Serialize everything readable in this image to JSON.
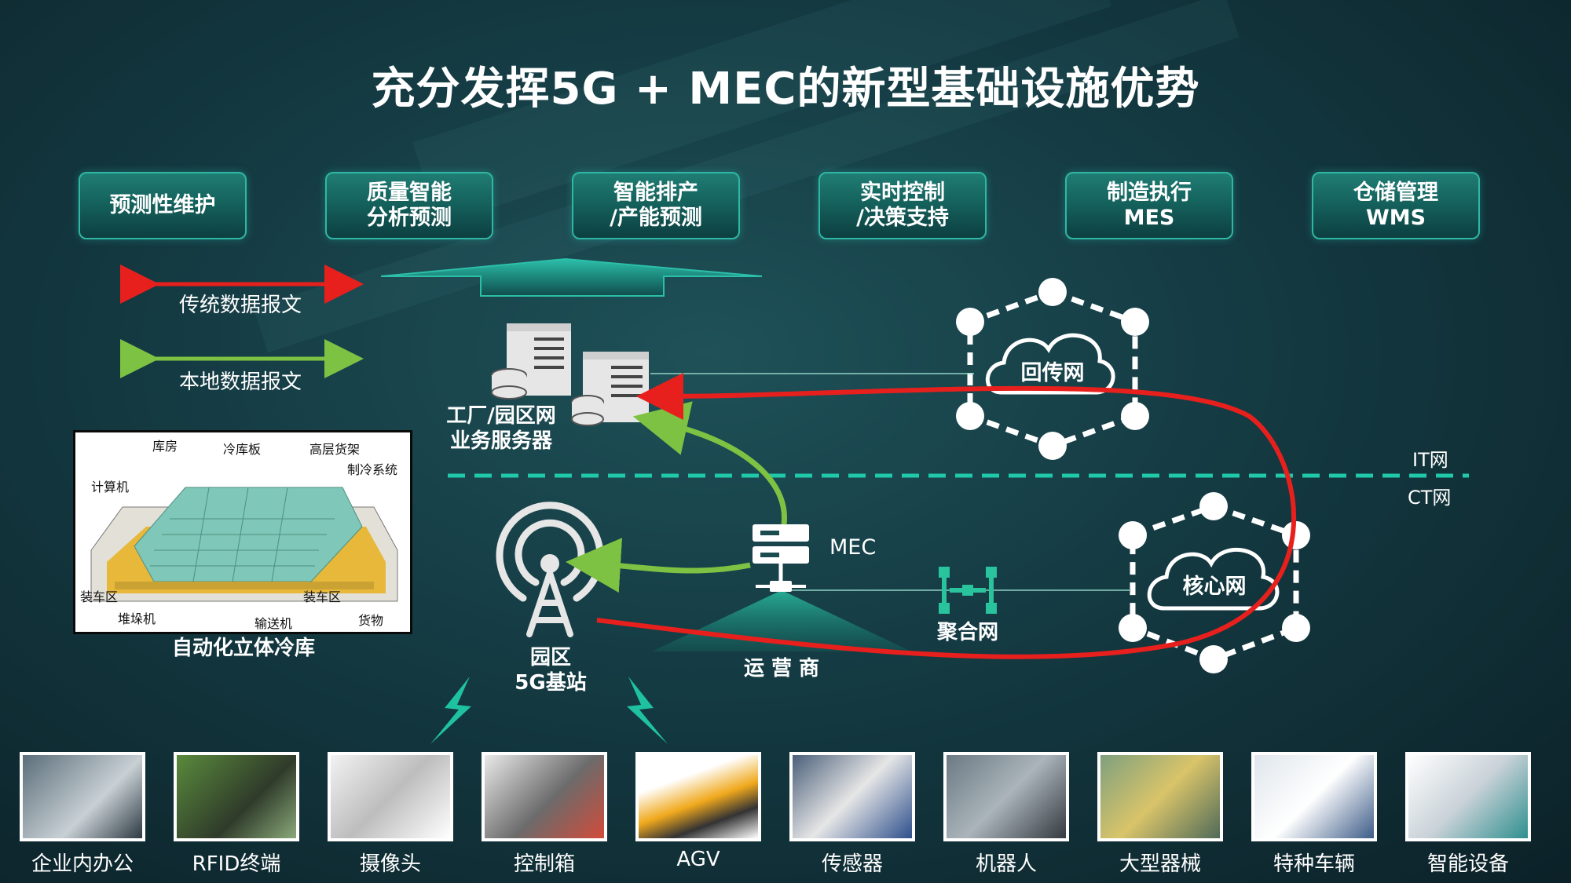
{
  "title": "充分发挥5G + MEC的新型基础设施优势",
  "top_boxes": [
    "预测性维护",
    "质量智能\n分析预测",
    "智能排产\n/产能预测",
    "实时控制\n/决策支持",
    "制造执行\nMES",
    "仓储管理\nWMS"
  ],
  "legend": {
    "traditional": "传统数据报文",
    "local": "本地数据报文"
  },
  "labels": {
    "servers": "工厂/园区网\n业务服务器",
    "backhaul": "回传网",
    "it_net": "IT网",
    "ct_net": "CT网",
    "mec": "MEC",
    "core": "核心网",
    "aggregation": "聚合网",
    "operator": "运 营 商",
    "base_station": "园区\n5G基站",
    "cold_storage": "自动化立体冷库"
  },
  "cold_storage_parts": [
    "库房",
    "冷库板",
    "高层货架",
    "制冷系统",
    "计算机",
    "装车区",
    "堆垛机",
    "输送机",
    "装车区",
    "货物"
  ],
  "devices": [
    "企业内办公",
    "RFID终端",
    "摄像头",
    "控制箱",
    "AGV",
    "传感器",
    "机器人",
    "大型器械",
    "特种车辆",
    "智能设备"
  ],
  "colors": {
    "accent": "#2fb7a4",
    "red": "#e8201d",
    "green": "#7dc243",
    "dashed": "#1fc9a9"
  }
}
